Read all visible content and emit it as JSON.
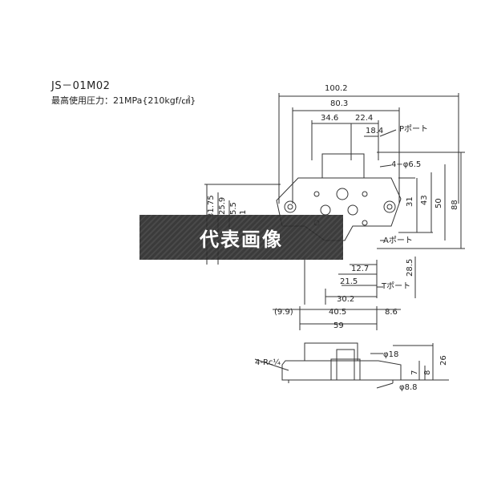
{
  "header": {
    "model": "JS－01M02",
    "pressure": "最高使用圧力：21MPa{210kgf/㎠}"
  },
  "banner": {
    "text": "代表画像"
  },
  "dims": {
    "w100": "100.2",
    "w80": "80.3",
    "w34": "34.6",
    "w22": "22.4",
    "w18": "18.4",
    "p_port": "Pポート",
    "holes": "4−φ6.5",
    "h31": "31",
    "h43": "43",
    "h50": "50",
    "h88": "88",
    "h3175": "31.75",
    "h259": "25.9",
    "h55": "5.5",
    "h1": "1",
    "a_port": "Aポート",
    "h285": "28.5",
    "w127": "12.7",
    "w215": "21.5",
    "t_port": "Tポート",
    "w302": "30.2",
    "w99": "(9.9)",
    "w405": "40.5",
    "w86": "8.6",
    "w59": "59",
    "d18": "φ18",
    "d88": "φ8.8",
    "h26": "26",
    "h7": "7",
    "h8": "8",
    "rc": "4-Rc¼"
  }
}
